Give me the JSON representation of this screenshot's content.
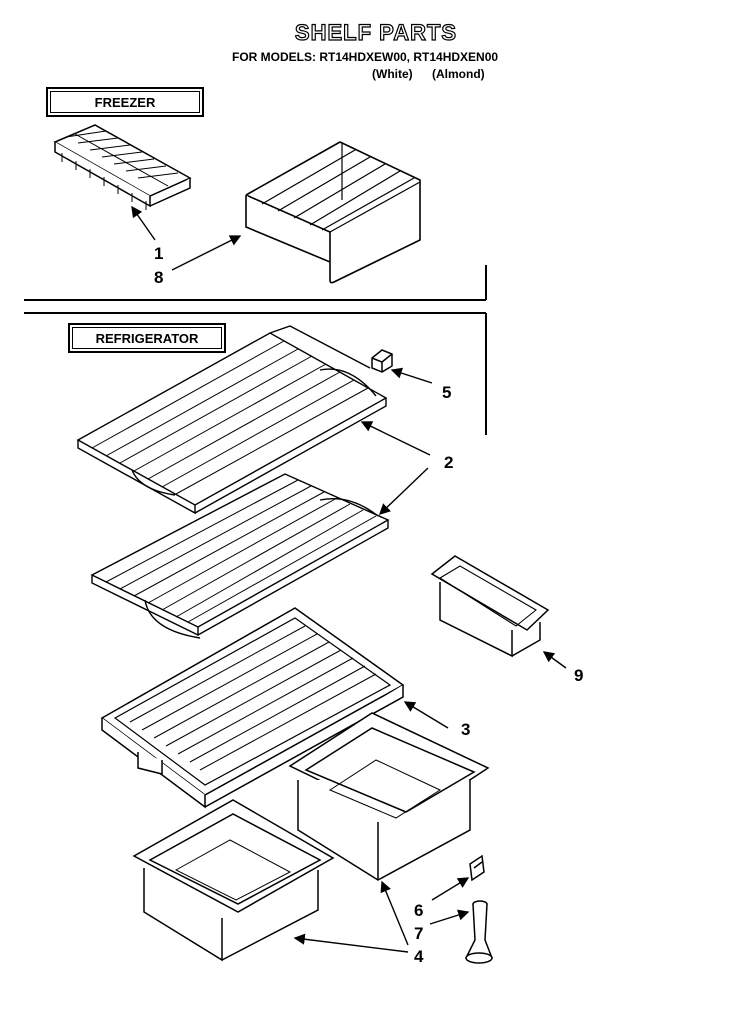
{
  "title": "SHELF PARTS",
  "models_line": "FOR MODELS: RT14HDXEW00, RT14HDXEN00",
  "color_white": "(White)",
  "color_almond": "(Almond)",
  "sections": {
    "freezer": "FREEZER",
    "refrigerator": "REFRIGERATOR"
  },
  "callouts": {
    "c1": "1",
    "c8": "8",
    "c5": "5",
    "c2": "2",
    "c9": "9",
    "c3": "3",
    "c6": "6",
    "c7": "7",
    "c4": "4"
  }
}
